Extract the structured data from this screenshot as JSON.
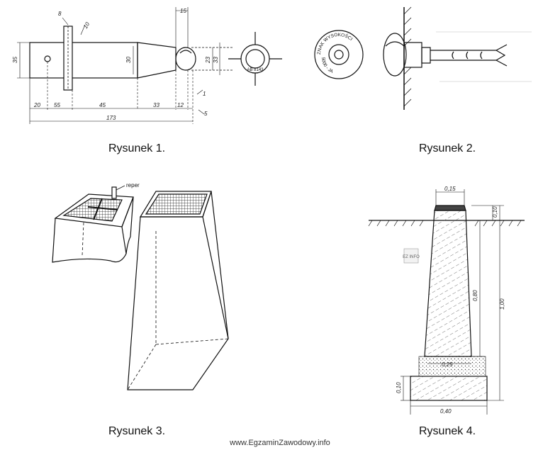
{
  "figures": [
    {
      "caption": "Rysunek 1.",
      "dims": [
        "8",
        "10",
        "15",
        "35",
        "30",
        "23",
        "33",
        "20",
        "55",
        "45",
        "33",
        "12",
        "1",
        "5",
        "173"
      ],
      "stamp": "AB 8143"
    },
    {
      "caption": "Rysunek 2.",
      "stamp_text": "ZNAK WYSOKOŚCI",
      "stamp_code": "5000 - JA"
    },
    {
      "caption": "Rysunek 3.",
      "label_reper": "reper"
    },
    {
      "caption": "Rysunek 4.",
      "dims": [
        "0,15",
        "0,10",
        "0,80",
        "1,00",
        "0,25",
        "0,10",
        "0,40"
      ]
    }
  ],
  "footer": "www.EgzaminZawodowy.info",
  "watermark": "EZ INFO"
}
